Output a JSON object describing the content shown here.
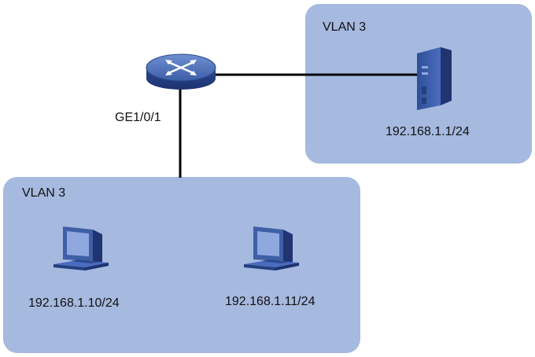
{
  "vlans": [
    {
      "id": "top",
      "label": "VLAN 3"
    },
    {
      "id": "bottom",
      "label": "VLAN 3"
    }
  ],
  "switch": {
    "icon": "switch-icon",
    "port_label": "GE1/0/1"
  },
  "server": {
    "icon": "server-icon",
    "ip": "192.168.1.1/24"
  },
  "hosts": [
    {
      "icon": "pc-icon",
      "ip": "192.168.1.10/24"
    },
    {
      "icon": "pc-icon",
      "ip": "192.168.1.11/24"
    }
  ],
  "colors": {
    "region_fill": "#a6b9df",
    "link": "#000000",
    "device_blue": "#3f5fa6",
    "device_dark": "#243a70"
  }
}
